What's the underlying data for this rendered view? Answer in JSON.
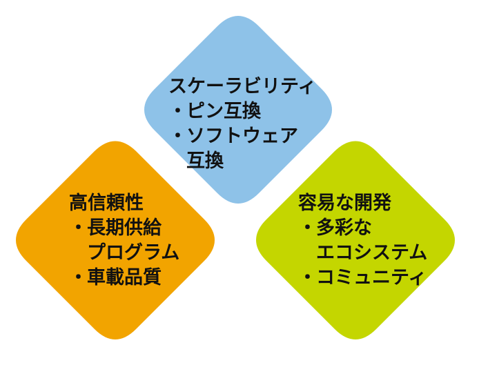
{
  "colors": {
    "top": "#8ec2e8",
    "left": "#f2a400",
    "right": "#c4d600"
  },
  "top": {
    "title": "スケーラビリティ",
    "items": [
      {
        "bullet": "・",
        "lines": [
          "ピン互換"
        ]
      },
      {
        "bullet": "・",
        "lines": [
          "ソフトウェア",
          "互換"
        ]
      }
    ]
  },
  "left": {
    "title": "高信頼性",
    "items": [
      {
        "bullet": "・",
        "lines": [
          "長期供給",
          "プログラム"
        ]
      },
      {
        "bullet": "・",
        "lines": [
          "車載品質"
        ]
      }
    ]
  },
  "right": {
    "title": "容易な開発",
    "items": [
      {
        "bullet": "・",
        "lines": [
          "多彩な",
          "エコシステム"
        ]
      },
      {
        "bullet": "・",
        "lines": [
          "コミュニティ"
        ]
      }
    ]
  }
}
